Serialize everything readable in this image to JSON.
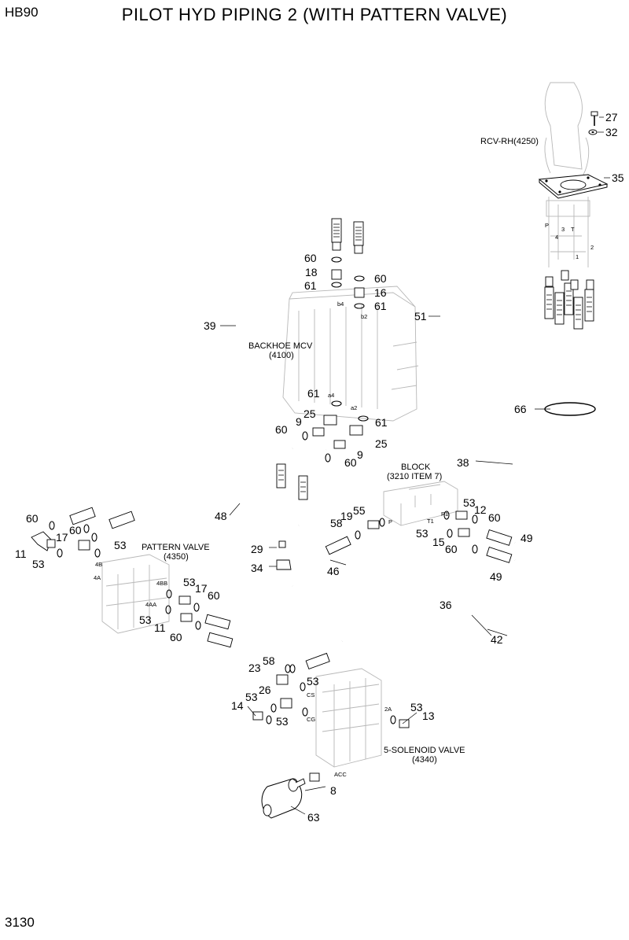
{
  "header": {
    "model": "HB90",
    "title": "PILOT HYD PIPING 2 (WITH PATTERN VALVE)"
  },
  "footer": {
    "page_number": "3130"
  },
  "components": {
    "rcv_rh": "RCV-RH(4250)",
    "backhoe_mcv": [
      "BACKHOE MCV",
      "(4100)"
    ],
    "block": [
      "BLOCK",
      "(3210 ITEM 7)"
    ],
    "pattern_valve": [
      "PATTERN VALVE",
      "(4350)"
    ],
    "solenoid_valve": [
      "5-SOLENOID VALVE",
      "(4340)"
    ]
  },
  "ports": {
    "rcv_p": "P",
    "rcv_3": "3",
    "rcv_t": "T",
    "rcv_4": "4",
    "rcv_1": "1",
    "rcv_2": "2",
    "mcv_b4": "b4",
    "mcv_b2": "b2",
    "mcv_a4": "a4",
    "mcv_a2": "a2",
    "block_p": "P",
    "block_p1": "P1",
    "block_t1": "T1",
    "pv_4b": "4B",
    "pv_4a": "4A",
    "pv_4bb": "4BB",
    "pv_4aa": "4AA",
    "sv_cs": "CS",
    "sv_cg": "CG",
    "sv_2a": "2A",
    "sv_acc": "ACC"
  },
  "callouts": {
    "c27": "27",
    "c32": "32",
    "c35": "35",
    "c60_mcv_top": "60",
    "c18": "18",
    "c61_mcv_top": "61",
    "c60_mcv_r": "60",
    "c16": "16",
    "c61_mcv_r": "61",
    "c39": "39",
    "c51": "51",
    "c66": "66",
    "c38": "38",
    "c61_a4": "61",
    "c25_a4": "25",
    "c9_a4": "9",
    "c60_a4": "60",
    "c61_a2": "61",
    "c25_a2": "25",
    "c9_a2": "9",
    "c60_a2": "60",
    "c48": "48",
    "c60_left": "60",
    "c17_left": "17",
    "c60_left2": "60",
    "c11_left": "11",
    "c53_left": "53",
    "c53_left2": "53",
    "c29": "29",
    "c34": "34",
    "c46": "46",
    "c58_block": "58",
    "c19": "19",
    "c55": "55",
    "c53_block": "53",
    "c12": "12",
    "c60_block": "60",
    "c53_block2": "53",
    "c15": "15",
    "c60_block2": "60",
    "c49_a": "49",
    "c49_b": "49",
    "c36": "36",
    "c42": "42",
    "c53_pv": "53",
    "c17_pv": "17",
    "c60_pv": "60",
    "c53_pv2": "53",
    "c11_pv": "11",
    "c60_pv2": "60",
    "c23": "23",
    "c58_sv": "58",
    "c53_sv": "53",
    "c26": "26",
    "c14": "14",
    "c53_sv2": "53",
    "c53_sv3": "53",
    "c53_sv4": "53",
    "c13": "13",
    "c8": "8",
    "c63": "63"
  }
}
